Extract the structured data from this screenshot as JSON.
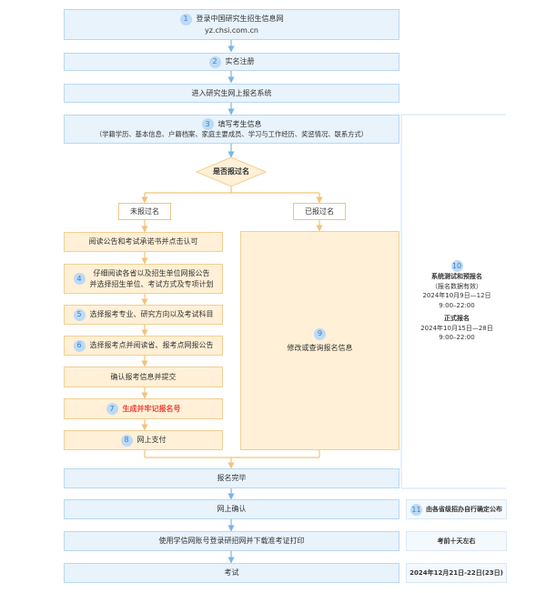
{
  "steps": {
    "login": {
      "num": "1",
      "line1": "登录中国研究生招生信息网",
      "line2": "yz.chsi.com.cn"
    },
    "register": {
      "num": "2",
      "label": "实名注册"
    },
    "enter": {
      "label": "进入研究生网上报名系统"
    },
    "fill": {
      "num": "3",
      "line1": "填写考生信息",
      "line2": "（学籍学历、基本信息、户籍档案、家庭主要成员、学习与工作经历、奖惩情况、联系方式）"
    },
    "decision": {
      "label": "是否报过名"
    },
    "not_registered": {
      "label": "未报过名"
    },
    "registered": {
      "label": "已报过名"
    },
    "read_notice": {
      "label": "阅读公告和考试承诺书并点击认可"
    },
    "read_province": {
      "num": "4",
      "line1": "仔细阅读各省以及招生单位网报公告",
      "line2": "并选择招生单位、考试方式及专项计划"
    },
    "select_major": {
      "num": "5",
      "label": "选择报考专业、研究方向以及考试科目"
    },
    "select_site": {
      "num": "6",
      "label": "选择报考点并阅读省、报考点网报公告"
    },
    "confirm": {
      "label": "确认报考信息并提交"
    },
    "generate": {
      "num": "7",
      "label": "生成并牢记报名号"
    },
    "pay": {
      "num": "8",
      "label": "网上支付"
    },
    "modify": {
      "num": "9",
      "label": "修改或查询报名信息"
    },
    "complete": {
      "label": "报名完毕"
    },
    "online_confirm": {
      "label": "网上确认"
    },
    "download": {
      "label": "使用学信网账号登录研招网并下载准考证打印"
    },
    "exam": {
      "label": "考试"
    }
  },
  "side": {
    "num": "10",
    "test_title": "系统测试和预报名",
    "test_note": "（报名数据有效）",
    "test_dates": "2024年10月9日—12日",
    "test_time": "9:00–22:00",
    "formal_title": "正式报名",
    "formal_dates": "2024年10月15日—28日",
    "formal_time": "9:00–22:00",
    "confirm_num": "11",
    "confirm_note": "由各省级招办自行确定公布",
    "download_note": "考前十天左右",
    "exam_note": "2024年12月21日-22日(23日)"
  },
  "colors": {
    "line_blue": "#7db3e6",
    "line_orange": "#f2c37a"
  }
}
